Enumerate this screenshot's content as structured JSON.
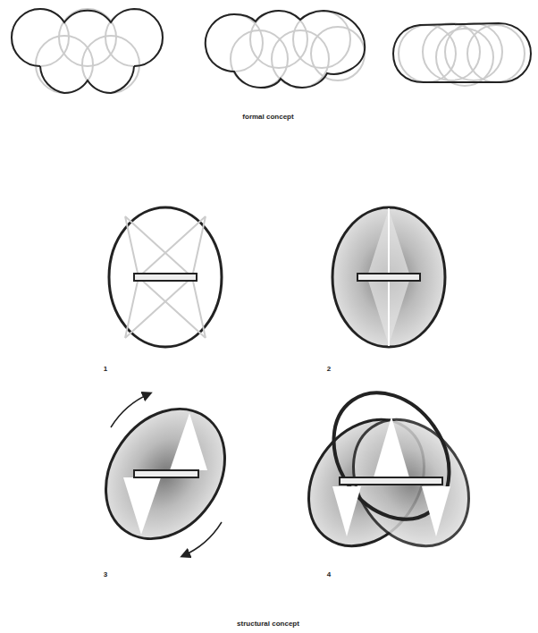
{
  "diagram": {
    "labels": [
      "formal concept",
      "1",
      "2",
      "3",
      "4",
      "structural concept"
    ]
  }
}
